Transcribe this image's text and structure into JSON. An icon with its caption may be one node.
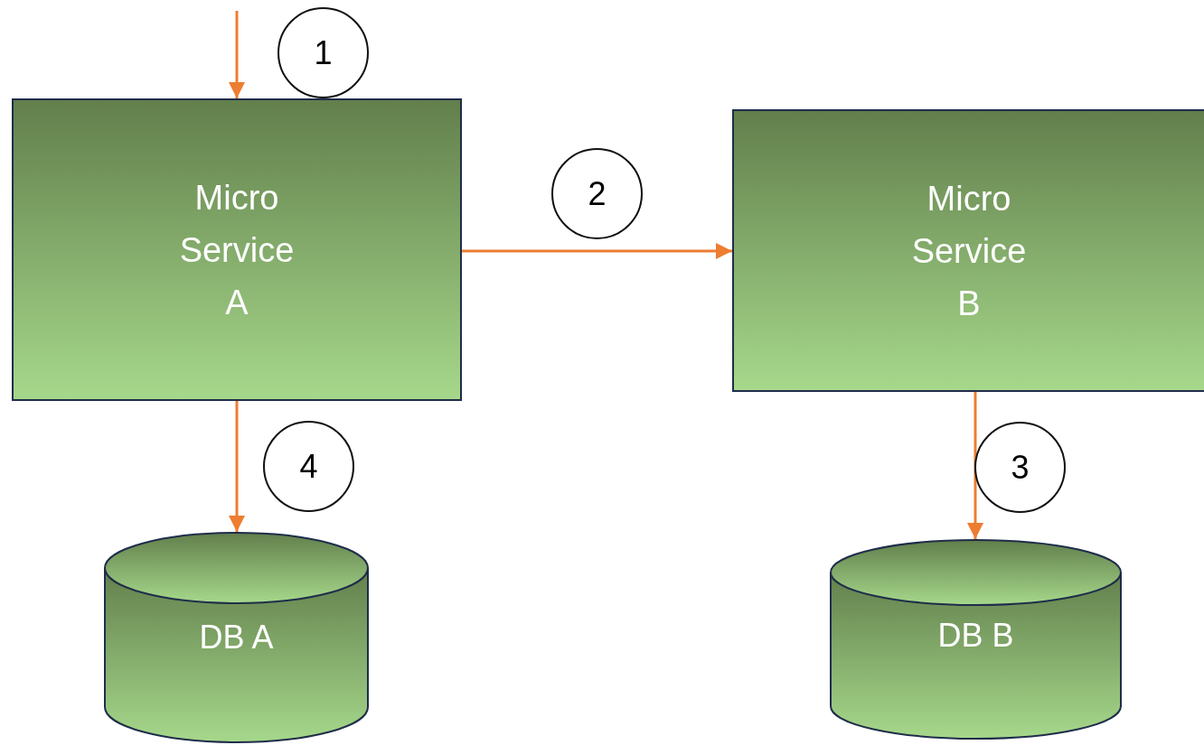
{
  "diagram": {
    "nodes": [
      {
        "text": [
          "1"
        ]
      },
      {
        "text": [
          "Micro Service A"
        ]
      },
      {
        "text": [
          "2"
        ]
      },
      {
        "text": [
          "Micro Service B"
        ]
      },
      {
        "text": [
          "4"
        ]
      },
      {
        "text": [
          "3"
        ]
      },
      {
        "text": [
          "DB A"
        ]
      },
      {
        "text": [
          "DB B"
        ]
      }
    ],
    "edges": [
      {
        "from": null,
        "to": 1,
        "arrow": "to"
      },
      {
        "from": 1,
        "to": 3,
        "arrow": "to"
      },
      {
        "from": 1,
        "to": 6,
        "arrow": "to"
      },
      {
        "from": 3,
        "to": 7,
        "arrow": "to"
      }
    ]
  }
}
